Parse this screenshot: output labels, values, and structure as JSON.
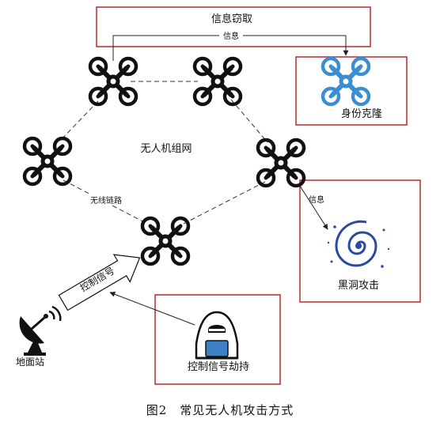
{
  "boxes": {
    "info_theft_title": "信息窃取",
    "identity_clone_label": "身份克隆",
    "blackhole_label": "黑洞攻击",
    "hijack_label": "控制信号劫持"
  },
  "edges": {
    "info_top": "信息",
    "info_right": "信息",
    "wireless_link": "无线链路",
    "control_signal": "控制信号"
  },
  "network_label": "无人机组网",
  "ground_station_label": "地面站",
  "caption": "图2　常见无人机攻击方式",
  "colors": {
    "box_border": "#c0282c",
    "drone_black": "#111111",
    "drone_clone": "#3b8fd0",
    "blackhole": "#2a4aa0",
    "hacker_screen": "#3b7fc4"
  },
  "icons": {
    "drone": "quadcopter-icon",
    "ground_station": "satellite-dish-icon",
    "hacker": "hacker-icon",
    "blackhole": "galaxy-icon"
  }
}
